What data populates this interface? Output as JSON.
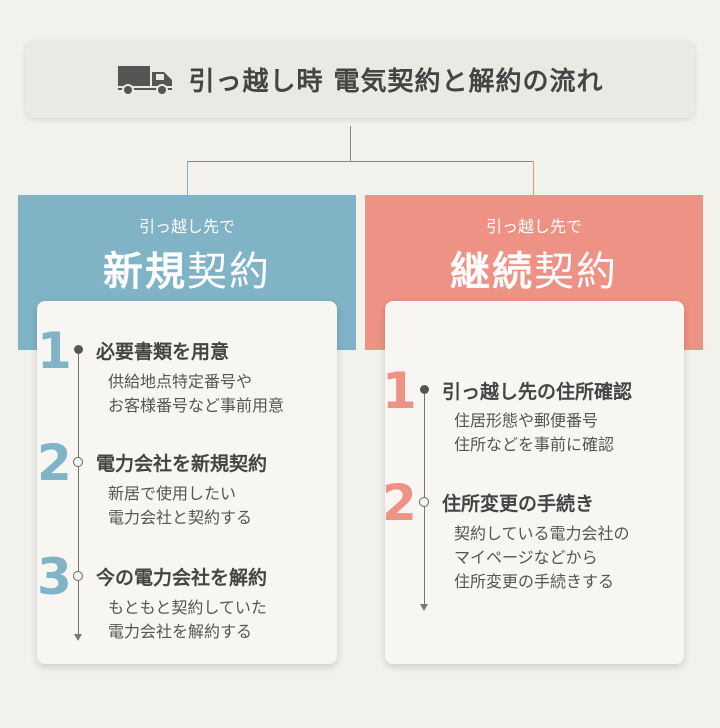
{
  "title": "引っ越し時 電気契約と解約の流れ",
  "left": {
    "sub": "引っ越し先で",
    "main_bold": "新規",
    "main_light": "契約",
    "steps": [
      {
        "num": "1",
        "title": "必要書類を用意",
        "desc": [
          "供給地点特定番号や",
          "お客様番号など事前用意"
        ]
      },
      {
        "num": "2",
        "title": "電力会社を新規契約",
        "desc": [
          "新居で使用したい",
          "電力会社と契約する"
        ]
      },
      {
        "num": "3",
        "title": "今の電力会社を解約",
        "desc": [
          "もともと契約していた",
          "電力会社を解約する"
        ]
      }
    ]
  },
  "right": {
    "sub": "引っ越し先で",
    "main_bold": "継続",
    "main_light": "契約",
    "steps": [
      {
        "num": "1",
        "title": "引っ越し先の住所確認",
        "desc": [
          "住居形態や郵便番号",
          "住所などを事前に確認"
        ]
      },
      {
        "num": "2",
        "title": "住所変更の手続き",
        "desc": [
          "契約している電力会社の",
          "マイページなどから",
          "住所変更の手続きする"
        ]
      }
    ]
  },
  "colors": {
    "left_accent": "#7fb3c5",
    "right_accent": "#ee9285"
  },
  "icons": {
    "title": "truck-icon"
  }
}
